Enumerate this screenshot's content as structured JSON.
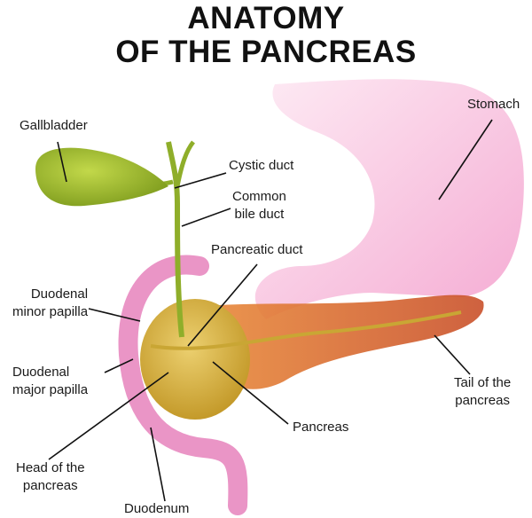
{
  "title": {
    "line1": "ANATOMY",
    "line2": "OF THE PANCREAS"
  },
  "labels": {
    "gallbladder": "Gallbladder",
    "stomach": "Stomach",
    "cystic_duct": "Cystic duct",
    "common_bile_duct_1": "Common",
    "common_bile_duct_2": "bile duct",
    "pancreatic_duct": "Pancreatic duct",
    "minor_papilla_1": "Duodenal",
    "minor_papilla_2": "minor papilla",
    "major_papilla_1": "Duodenal",
    "major_papilla_2": "major papilla",
    "tail_1": "Tail of the",
    "tail_2": "pancreas",
    "pancreas": "Pancreas",
    "head_1": "Head of the",
    "head_2": "pancreas",
    "duodenum": "Duodenum"
  },
  "colors": {
    "stomach": "#f7b3d6",
    "pancreas_body": "#d9662e",
    "pancreas_head": "#d9b43a",
    "gallbladder": "#9cb52c",
    "duodenum": "#e88ac0"
  }
}
